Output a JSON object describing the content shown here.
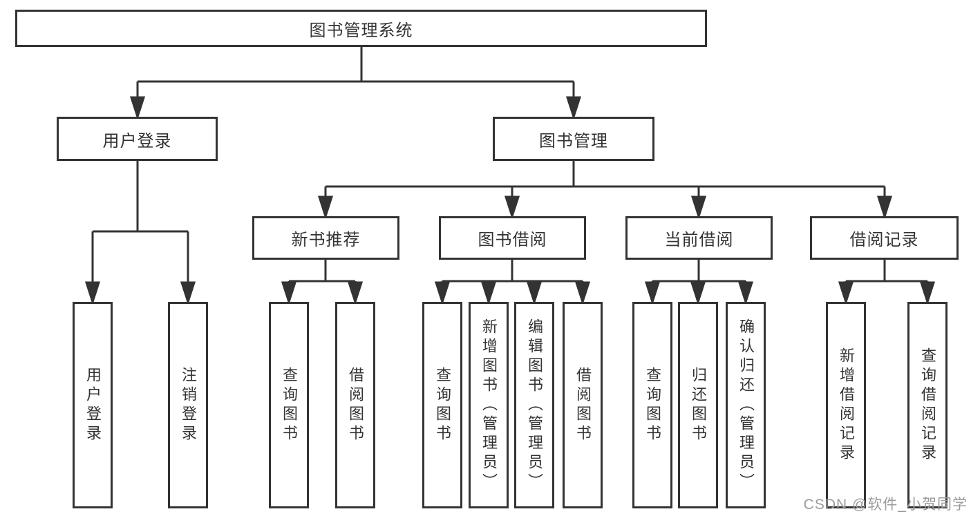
{
  "root": {
    "label": "图书管理系统"
  },
  "branches": [
    {
      "label": "用户登录",
      "children": [
        "用户登录",
        "注销登录"
      ]
    },
    {
      "label": "图书管理",
      "sections": [
        {
          "label": "新书推荐",
          "children": [
            "查询图书",
            "借阅图书"
          ]
        },
        {
          "label": "图书借阅",
          "children": [
            "查询图书",
            "新增图书（管理员）",
            "编辑图书（管理员）",
            "借阅图书"
          ]
        },
        {
          "label": "当前借阅",
          "children": [
            "查询图书",
            "归还图书",
            "确认归还（管理员）"
          ]
        },
        {
          "label": "借阅记录",
          "children": [
            "新增借阅记录",
            "查询借阅记录"
          ]
        }
      ]
    }
  ],
  "watermark": {
    "text": "CSDN @软件_小贺同学",
    "color": "#9b9b9b"
  },
  "colors": {
    "line": "#333333",
    "box_border": "#333333",
    "box_fill": "#ffffff",
    "text": "#333333",
    "background": "#ffffff",
    "watermark": "#9b9b9b"
  }
}
